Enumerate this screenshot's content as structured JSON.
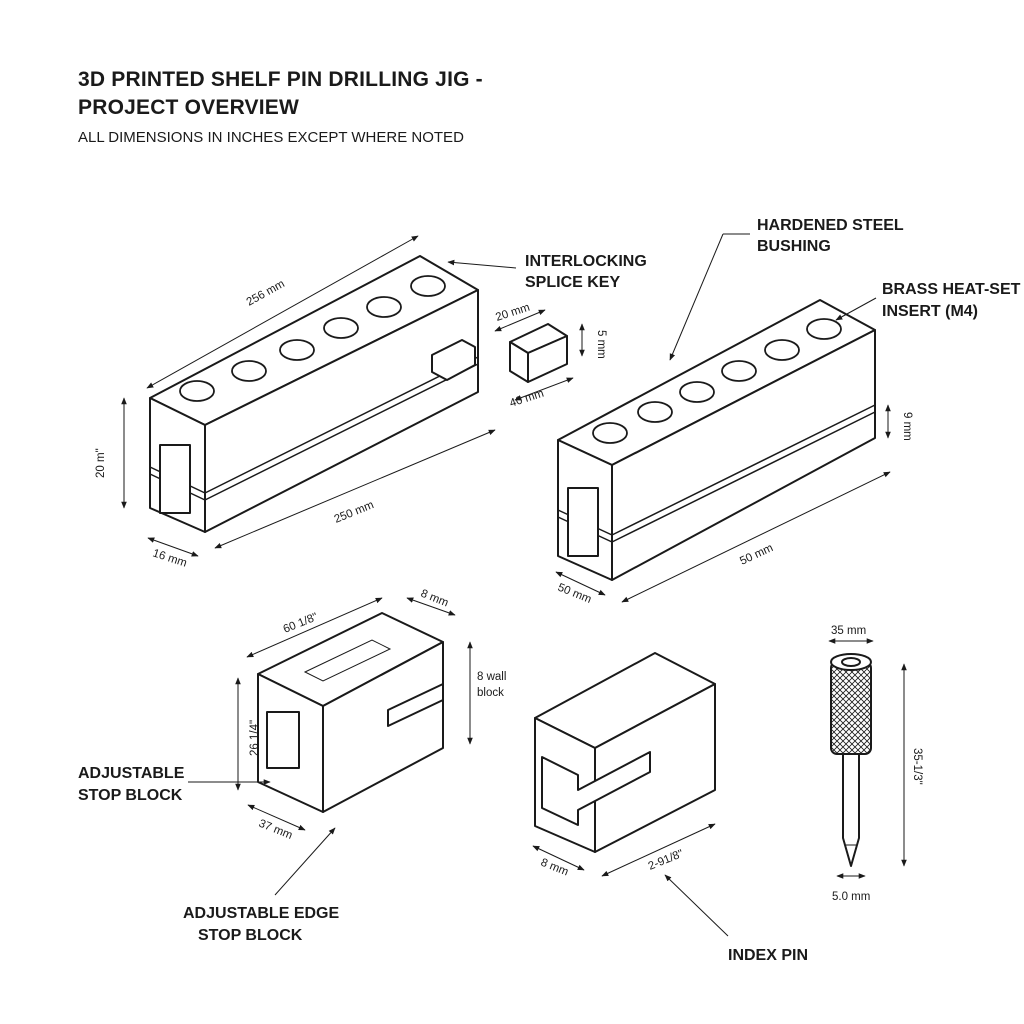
{
  "header": {
    "title_line1": "3D PRINTED SHELF PIN DRILLING JIG -",
    "title_line2": "PROJECT OVERVIEW",
    "subtitle": "ALL DIMENSIONS IN INCHES EXCEPT WHERE NOTED"
  },
  "callouts": {
    "splice_key_1": "INTERLOCKING",
    "splice_key_2": "SPLICE KEY",
    "bushing_1": "HARDENED STEEL",
    "bushing_2": "BUSHING",
    "insert_1": "BRASS HEAT-SET",
    "insert_2": "INSERT (M4)",
    "stop_block_1": "ADJUSTABLE",
    "stop_block_2": "STOP BLOCK",
    "edge_stop_1": "ADJUSTABLE EDGE",
    "edge_stop_2": "STOP BLOCK",
    "index_pin": "INDEX PIN"
  },
  "dimensions": {
    "jig_left_top": "256 mm",
    "jig_left_height": "20 m\"",
    "jig_left_length": "250 mm",
    "jig_left_width": "16 mm",
    "key_width": "20 mm",
    "key_height": "5 mm",
    "key_length": "40 mm",
    "jig_right_height": "9 mm",
    "jig_right_length": "50 mm",
    "jig_right_width": "50 mm",
    "stop_top": "60 1/8\"",
    "stop_depth": "8 mm",
    "stop_wall_1": "8 wall",
    "stop_wall_2": "block",
    "stop_height": "26 1/4\"",
    "stop_width": "37 mm",
    "edge_width": "8 mm",
    "edge_length": "2-91/8\"",
    "pin_top": "35 mm",
    "pin_length": "35-1/3\"",
    "pin_tip": "5.0 mm"
  }
}
